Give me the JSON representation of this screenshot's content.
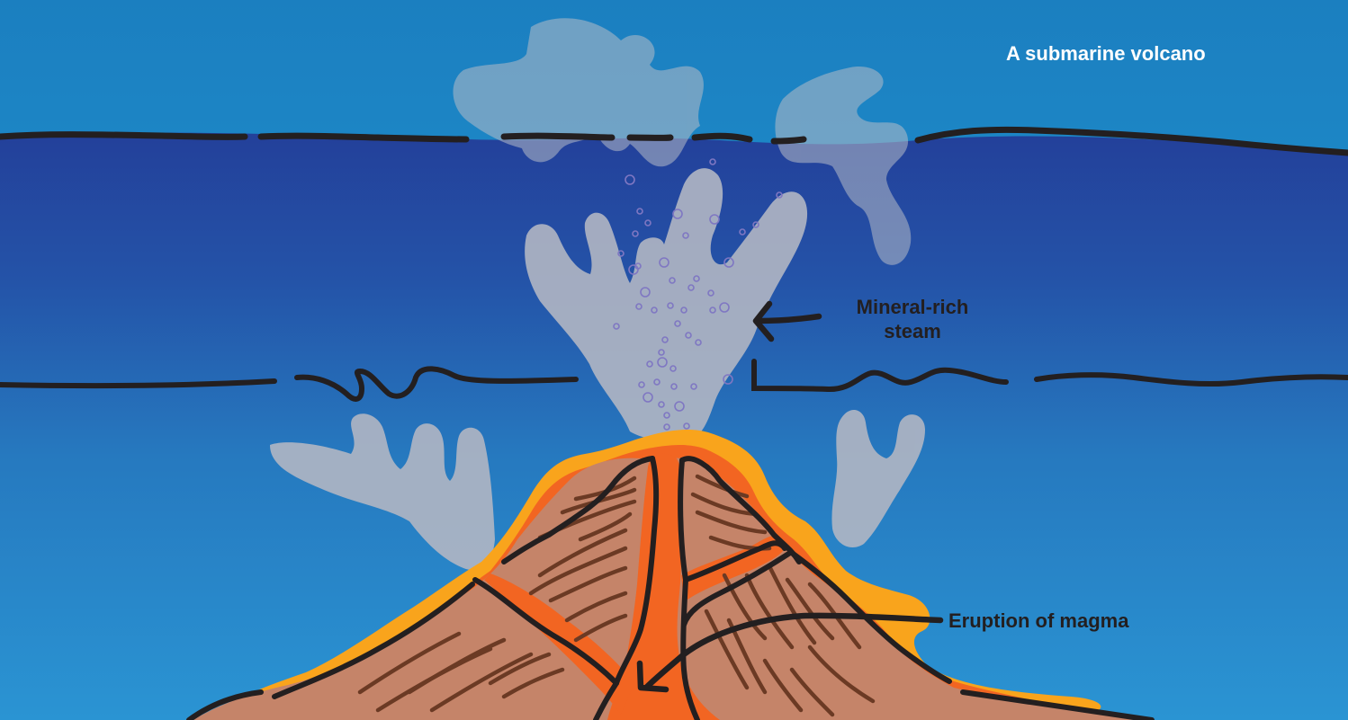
{
  "title": "A submarine volcano",
  "labels": {
    "steam_line1": "Mineral-rich",
    "steam_line2": "steam",
    "magma": "Eruption of magma"
  },
  "colors": {
    "sky": "#1d8dca",
    "sea_surface": "#2a4aa2",
    "sea_deep": "#2a8ccb",
    "steam": "#a9afbf",
    "cone": "#c58469",
    "lava": "#f26522",
    "lava_glow": "#f9a41c",
    "outline": "#231f20",
    "strata": "#6b3a24"
  }
}
